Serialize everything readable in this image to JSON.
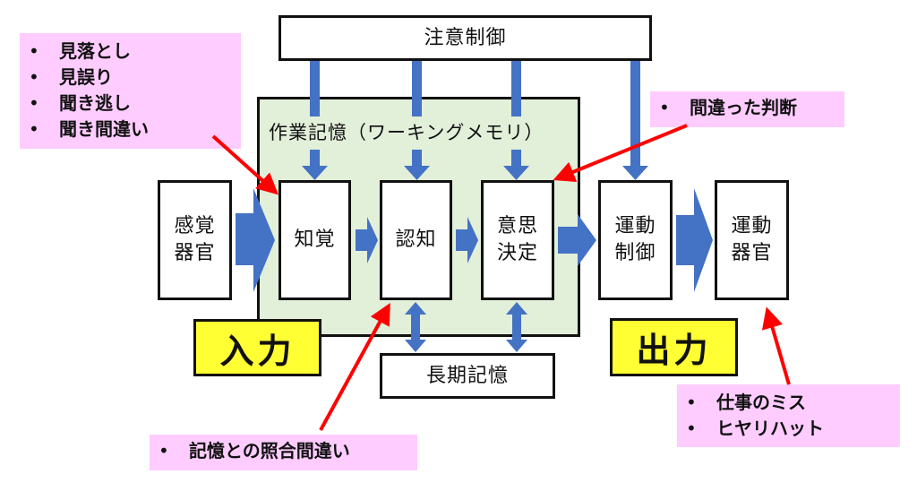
{
  "colors": {
    "flow_arrow": "#4472c4",
    "error_arrow": "#ff0000",
    "working_memory_bg": "#e2efd9",
    "annotation_bg": "#ffccff",
    "io_label_bg": "#ffff33"
  },
  "attention_control": {
    "label": "注意制御"
  },
  "working_memory": {
    "label": "作業記憶（ワーキングメモリ）"
  },
  "long_term_memory": {
    "label": "長期記憶"
  },
  "stages": [
    {
      "id": "sensory",
      "line1": "感覚",
      "line2": "器官"
    },
    {
      "id": "perception",
      "line1": "知覚",
      "line2": ""
    },
    {
      "id": "cognition",
      "line1": "認知",
      "line2": ""
    },
    {
      "id": "decision",
      "line1": "意思",
      "line2": "決定"
    },
    {
      "id": "motor-control",
      "line1": "運動",
      "line2": "制御"
    },
    {
      "id": "motor-organ",
      "line1": "運動",
      "line2": "器官"
    }
  ],
  "io_labels": {
    "input": "入力",
    "output": "出力"
  },
  "annotations": {
    "perception_errors": {
      "bullet": "•",
      "items": [
        "見落とし",
        "見誤り",
        "聞き逃し",
        "聞き間違い"
      ]
    },
    "decision_errors": {
      "bullet": "•",
      "items": [
        "間違った判断"
      ]
    },
    "cognition_errors": {
      "bullet": "•",
      "items": [
        "記憶との照合間違い"
      ]
    },
    "action_errors": {
      "bullet": "•",
      "items": [
        "仕事のミス",
        "ヒヤリハット"
      ]
    }
  }
}
